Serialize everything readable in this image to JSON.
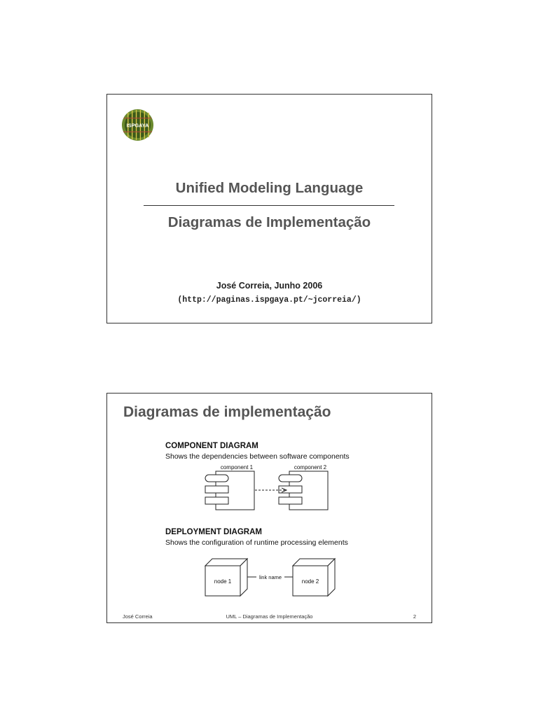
{
  "slide1": {
    "logo_text": "ISPGAYA",
    "title": "Unified Modeling Language",
    "subtitle": "Diagramas de Implementação",
    "author_line": "José Correia,  Junho 2006",
    "url": "(http://paginas.ispgaya.pt/~jcorreia/)"
  },
  "slide2": {
    "title": "Diagramas de implementação",
    "component_heading": "COMPONENT DIAGRAM",
    "component_desc": "Shows the dependencies between software components",
    "component1_label": "component 1",
    "component2_label": "component 2",
    "deployment_heading": "DEPLOYMENT DIAGRAM",
    "deployment_desc": "Shows the configuration of runtime processing elements",
    "node1_label": "node 1",
    "node2_label": "node 2",
    "link_label": "link name",
    "footer_left": "José Correia",
    "footer_center": "UML – Diagramas de Implementação",
    "footer_right": "2"
  }
}
